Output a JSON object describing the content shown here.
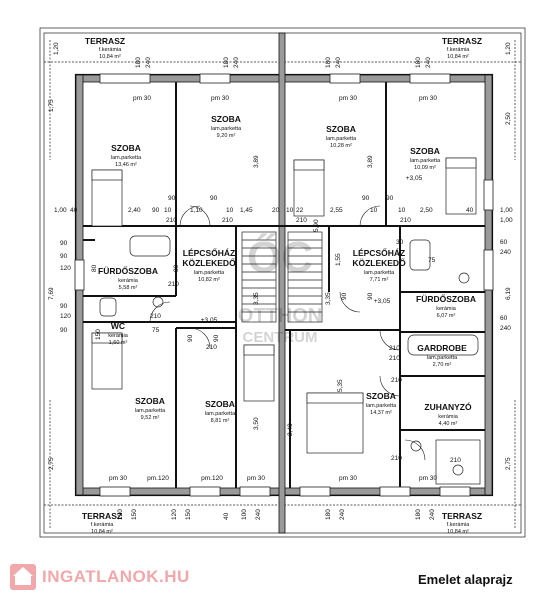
{
  "plan": {
    "caption": "Emelet alaprajz",
    "site_logo": "INGATLANOK.HU",
    "watermark": [
      "ŐC",
      "OTTHON",
      "CENTRUM"
    ],
    "terraces": [
      {
        "name": "TERRASZ",
        "floor": "f.kerámia",
        "area": "10,84 m²"
      },
      {
        "name": "TERRASZ",
        "floor": "f.kerámia",
        "area": "10,84 m²"
      },
      {
        "name": "TERRASZ",
        "floor": "f.kerámia",
        "area": "10,84 m²"
      },
      {
        "name": "TERRASZ",
        "floor": "f.kerámia",
        "area": "10,84 m²"
      }
    ],
    "rooms": [
      {
        "name": "SZOBA",
        "floor": "lam.parketta",
        "area": "13,46 m²"
      },
      {
        "name": "SZOBA",
        "floor": "lam.parketta",
        "area": "9,20 m²"
      },
      {
        "name": "SZOBA",
        "floor": "lam.parketta",
        "area": "10,28 m²"
      },
      {
        "name": "SZOBA",
        "floor": "lam.parketta",
        "area": "10,09 m²"
      },
      {
        "name": "FÜRDŐSZOBA",
        "floor": "kerámia",
        "area": "5,58 m²"
      },
      {
        "name": "LÉPCSŐHÁZ",
        "name2": "KÖZLEKEDŐ",
        "floor": "lam.parketta",
        "area": "10,82 m²"
      },
      {
        "name": "LÉPCSŐHÁZ",
        "name2": "KÖZLEKEDŐ",
        "floor": "lam.parketta",
        "area": "7,71 m²"
      },
      {
        "name": "FÜRDŐSZOBA",
        "floor": "kerámia",
        "area": "6,07 m²"
      },
      {
        "name": "WC",
        "floor": "kerámia",
        "area": "1,60 m²"
      },
      {
        "name": "GARDROBE",
        "floor": "lam.parketta",
        "area": "2,70 m²"
      },
      {
        "name": "SZOBA",
        "floor": "lam.parketta",
        "area": "9,52 m²"
      },
      {
        "name": "SZOBA",
        "floor": "lam.parketta",
        "area": "8,81 m²"
      },
      {
        "name": "SZOBA",
        "floor": "lam.parketta",
        "area": "14,37 m²"
      },
      {
        "name": "ZUHANYZÓ",
        "floor": "kerámia",
        "area": "4,40 m²"
      }
    ],
    "levels": [
      "+3,05",
      "+3,05",
      "+3,05"
    ],
    "dims": {
      "top": [
        "1,20",
        "180",
        "240",
        "180",
        "240",
        "180",
        "240",
        "180",
        "240",
        "1,20"
      ],
      "pm_top": [
        "pm 30",
        "pm 30",
        "pm 30",
        "pm 30"
      ],
      "pm_bottom": [
        "pm 30",
        "pm.120",
        "pm.120",
        "pm 30",
        "pm 30",
        "pm 30"
      ],
      "bottom": [
        "120",
        "150",
        "120",
        "150",
        "40",
        "100",
        "240",
        "180",
        "240",
        "180",
        "240"
      ],
      "mid_row": [
        "1,00",
        "40",
        "2,40",
        "90",
        "10",
        "1,10",
        "10",
        "1,45",
        "20",
        "10",
        "22",
        "2,55",
        "10",
        "10",
        "2,50",
        "40",
        "1,00"
      ],
      "door_210": [
        "210",
        "210",
        "210",
        "210",
        "210",
        "210",
        "210",
        "210",
        "210",
        "210",
        "210",
        "210"
      ],
      "door_90": [
        "90",
        "90",
        "90",
        "90",
        "90",
        "90",
        "90",
        "90",
        "90",
        "90"
      ],
      "left_side": [
        "1,75",
        "90",
        "120",
        "7,69",
        "90",
        "120",
        "2,75"
      ],
      "right_side": [
        "2,50",
        "1,00",
        "60",
        "240",
        "6,19",
        "60",
        "240",
        "2,75"
      ],
      "inner": [
        "3,89",
        "3,89",
        "3,35",
        "3,35",
        "1,55",
        "80",
        "80",
        "30",
        "75",
        "75",
        "150",
        "5,35",
        "3,50",
        "5,90",
        "2,40"
      ]
    }
  }
}
